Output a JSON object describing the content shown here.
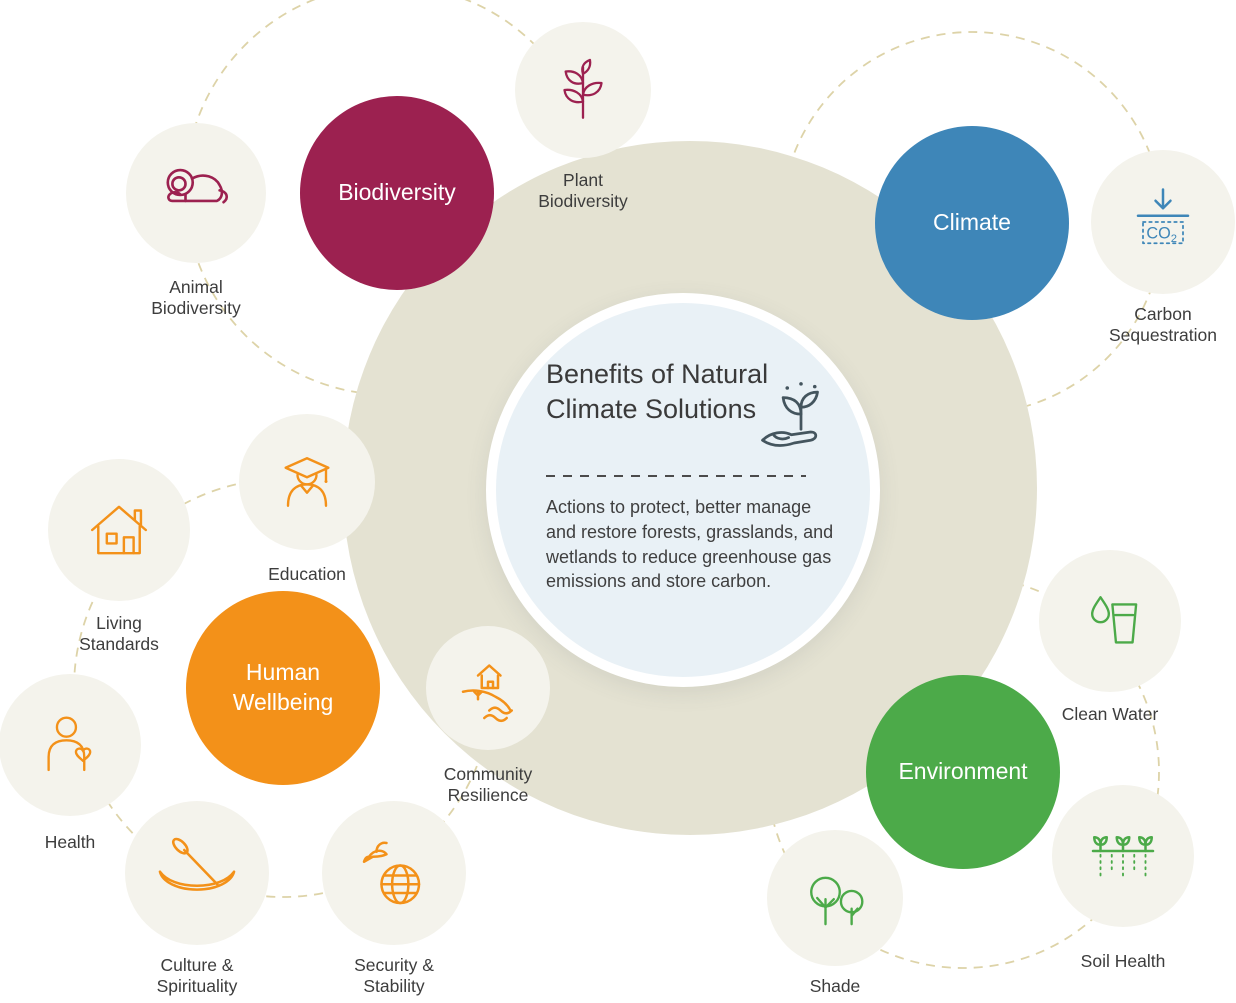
{
  "diagram": {
    "title": "Benefits of Natural Climate Solutions",
    "description": "Actions to protect, better manage and restore forests, grasslands, and wetlands to reduce greenhouse gas emissions and store carbon.",
    "center_icon": "hand-seedling-icon"
  },
  "categories": [
    {
      "label": "Biodiversity",
      "color": "#9c2150"
    },
    {
      "label": "Climate",
      "color": "#3e86b8"
    },
    {
      "label": "Human Wellbeing",
      "color": "#f39119"
    },
    {
      "label": "Environment",
      "color": "#4caa49"
    }
  ],
  "satellites": [
    {
      "label": "Animal Biodiversity",
      "icon": "lion-icon",
      "color": "#9c2150"
    },
    {
      "label": "Plant Biodiversity",
      "icon": "plant-icon",
      "color": "#9c2150"
    },
    {
      "label": "Carbon Sequestration",
      "icon": "carbon-co2-icon",
      "color": "#3e86b8"
    },
    {
      "label": "Education",
      "icon": "graduate-icon",
      "color": "#f39119"
    },
    {
      "label": "Living Standards",
      "icon": "house-icon",
      "color": "#f39119"
    },
    {
      "label": "Health",
      "icon": "person-heart-icon",
      "color": "#f39119"
    },
    {
      "label": "Culture & Spirituality",
      "icon": "canoe-icon",
      "color": "#f39119"
    },
    {
      "label": "Security & Stability",
      "icon": "dove-globe-icon",
      "color": "#f39119"
    },
    {
      "label": "Community Resilience",
      "icon": "community-house-icon",
      "color": "#f39119"
    },
    {
      "label": "Clean Water",
      "icon": "water-glass-icon",
      "color": "#4caa49"
    },
    {
      "label": "Soil Health",
      "icon": "soil-sprouts-icon",
      "color": "#4caa49"
    },
    {
      "label": "Shade",
      "icon": "trees-icon",
      "color": "#4caa49"
    }
  ],
  "palette": {
    "ring_background": "#e4e2d2",
    "node_background": "#f4f3ec",
    "center_background": "#e9f1f6",
    "dashed_line": "#ddd3a8",
    "text": "#3d3d3d"
  }
}
